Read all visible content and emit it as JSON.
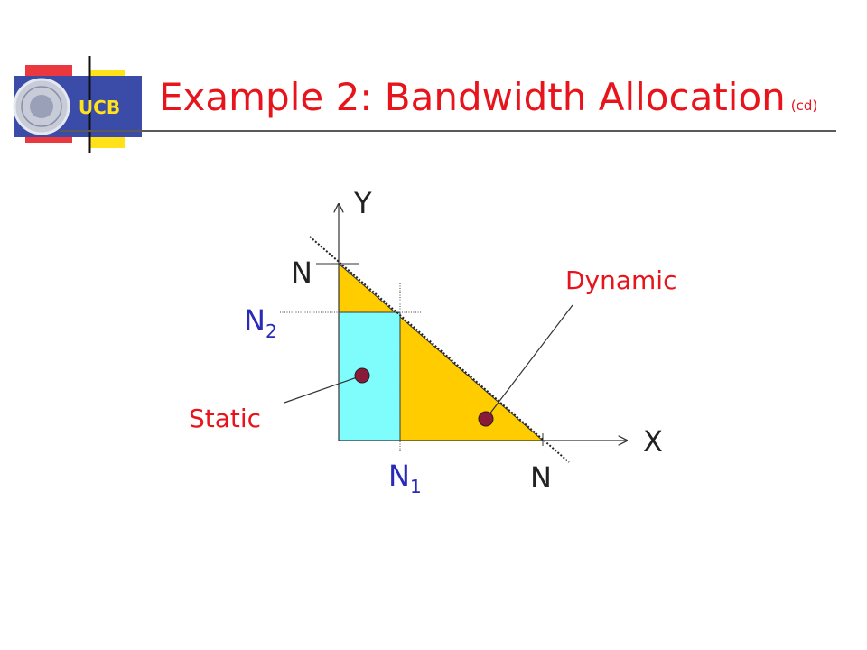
{
  "slide": {
    "title": "Example 2: Bandwidth Allocation",
    "title_suffix": "(cd)",
    "logo_text": "UCB"
  },
  "diagram": {
    "axis_x_label": "X",
    "axis_y_label": "Y",
    "y_max_label": "N",
    "x_max_label": "N",
    "y_level_label": "N",
    "y_level_subscript": "2",
    "x_level_label": "N",
    "x_level_subscript": "1",
    "static_label": "Static",
    "dynamic_label": "Dynamic"
  },
  "colors": {
    "title": "#e8141c",
    "label_red": "#e8141c",
    "label_blue": "#2a2ab8",
    "dynamic_region": "#ffcc00",
    "static_region": "#7ffcfc",
    "point": "#8b1a3a",
    "logo_blue": "#3b4ba8",
    "logo_yellow": "#ffe21a",
    "logo_red": "#e8141c"
  }
}
